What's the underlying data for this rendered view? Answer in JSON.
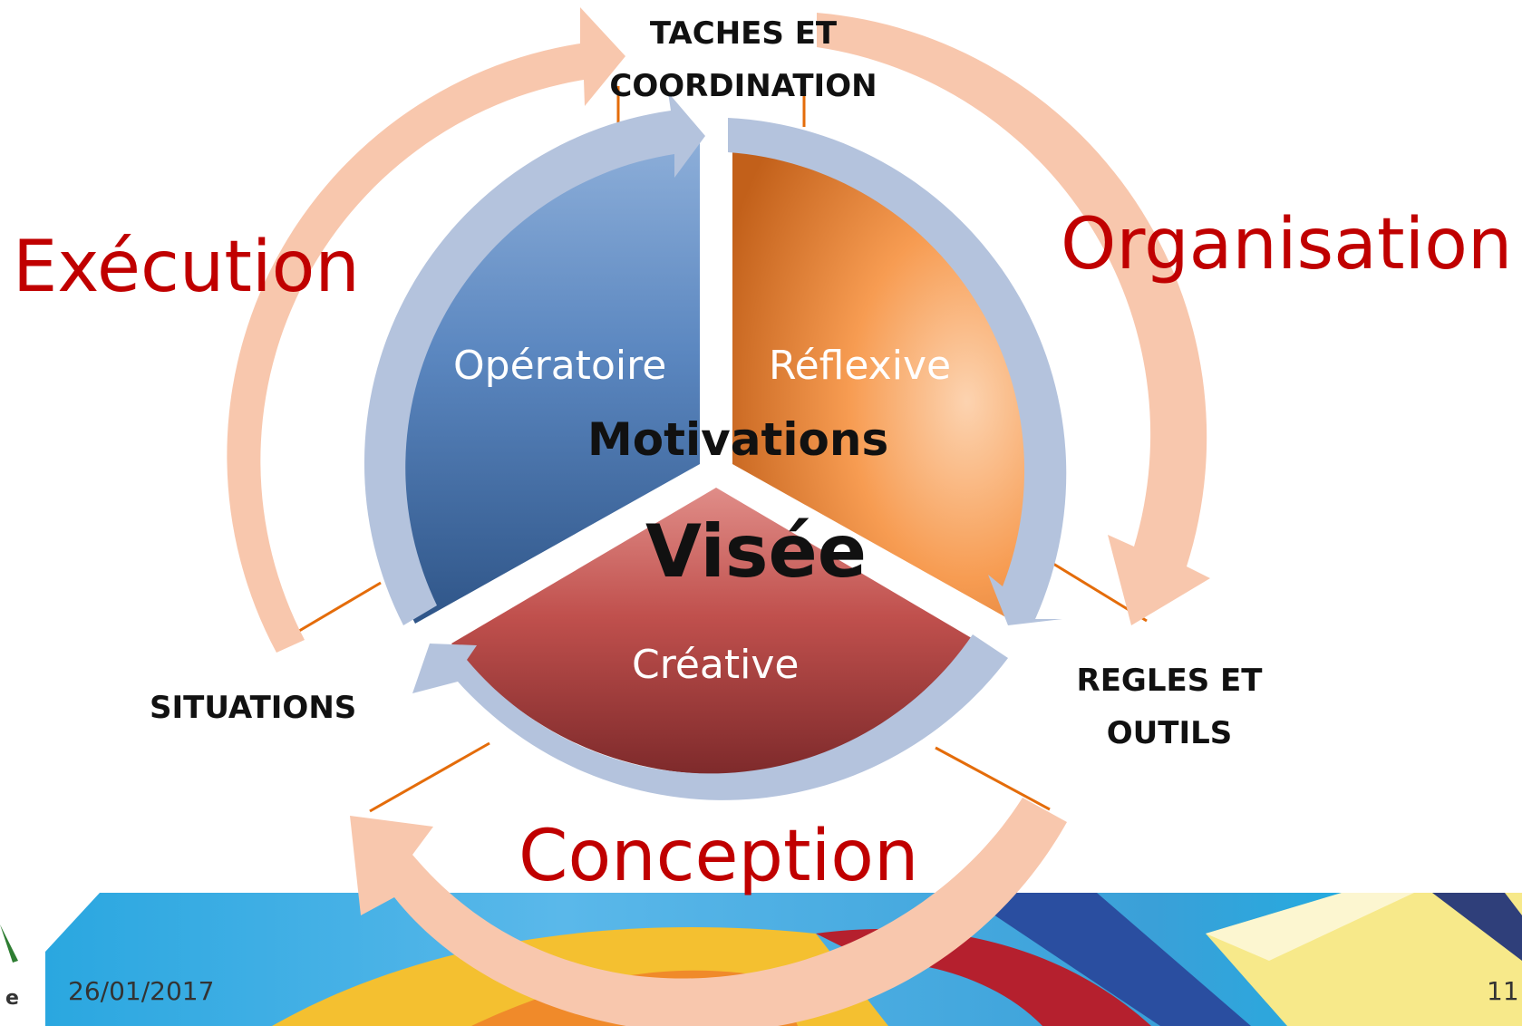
{
  "labels": {
    "top": "TACHES ET COORDINATION",
    "left": "SITUATIONS",
    "right": "REGLES ET OUTILS"
  },
  "cycle": {
    "execution": "Exécution",
    "organisation": "Organisation",
    "conception": "Conception"
  },
  "segments": {
    "operatoire": "Opératoire",
    "reflexive": "Réflexive",
    "creative": "Créative"
  },
  "center": {
    "motivations": "Motivations",
    "visee": "Visée"
  },
  "footer": {
    "date": "26/01/2017",
    "page": "11"
  },
  "colors": {
    "blue_segment": "#4f81bd",
    "orange_segment": "#f79646",
    "red_segment": "#c0504d",
    "ring": "#b4c3dd",
    "outer_arrows": "#f8c7ad",
    "connector_lines": "#e46c0a",
    "cycle_text": "#c00000"
  }
}
